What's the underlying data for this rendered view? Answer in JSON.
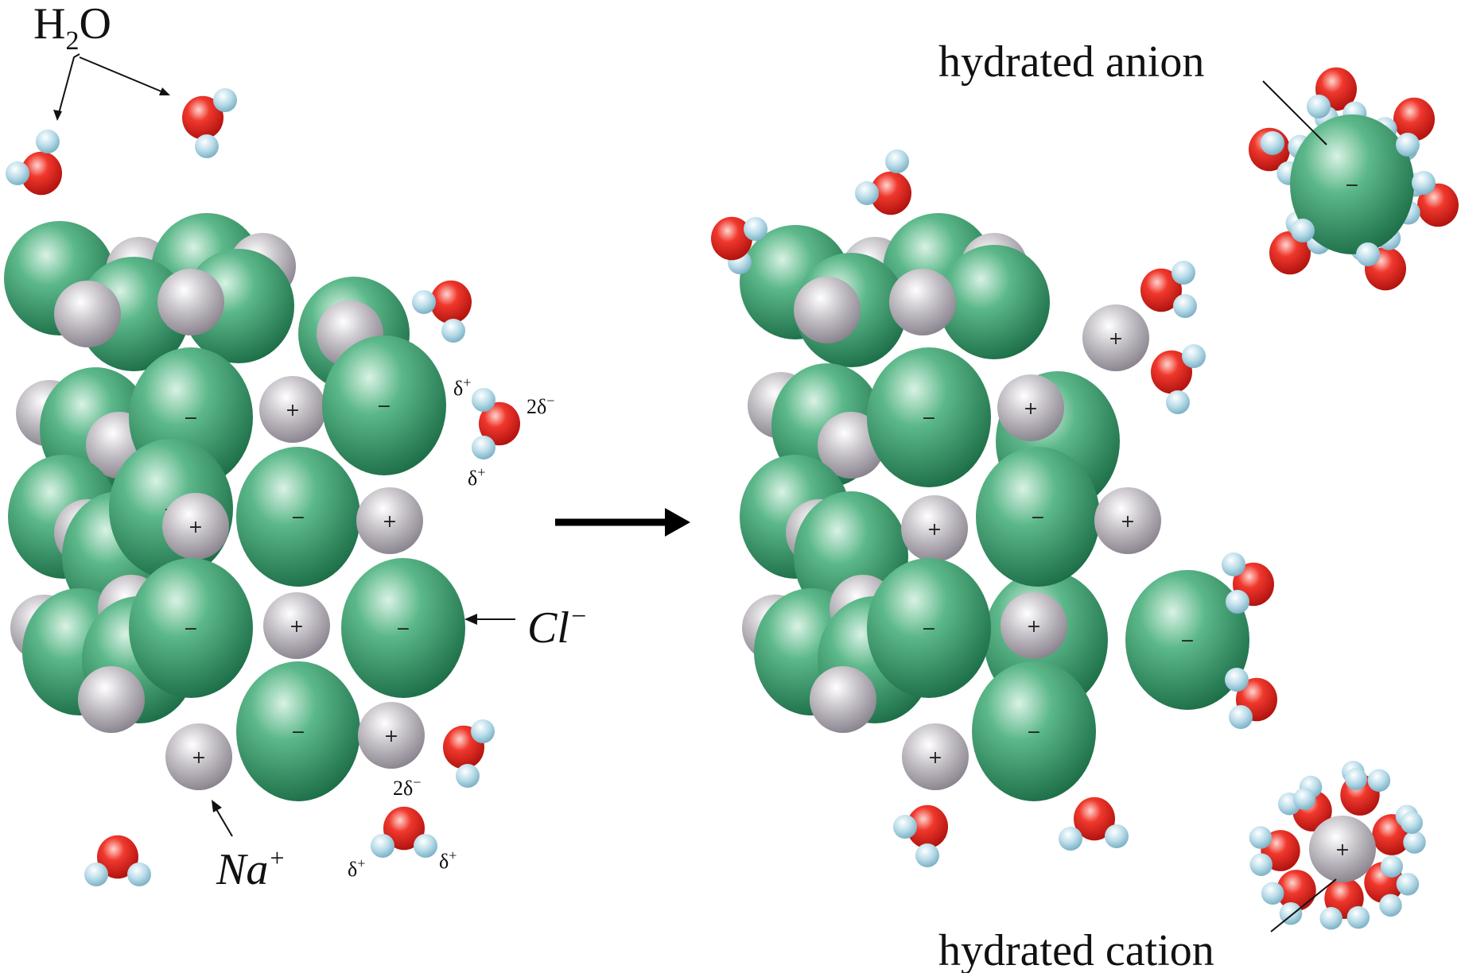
{
  "labels": {
    "water_name": "H",
    "water_sub": "2",
    "water_o": "O",
    "hydrated_anion": "hydrated anion",
    "hydrated_cation": "hydrated cation",
    "chloride": "Cl",
    "chloride_charge": "−",
    "sodium": "Na",
    "sodium_charge": "+",
    "delta_plus": "δ",
    "delta_minus": "2δ",
    "plus_sup": "+",
    "minus_sup": "−"
  },
  "signs": {
    "cation": "+",
    "anion": "−"
  },
  "colors": {
    "chloride": "#2e8b62",
    "sodium": "#b3adb3",
    "oxygen": "#e3201b",
    "hydrogen": "#a9d3e3",
    "arrow": "#000000"
  }
}
